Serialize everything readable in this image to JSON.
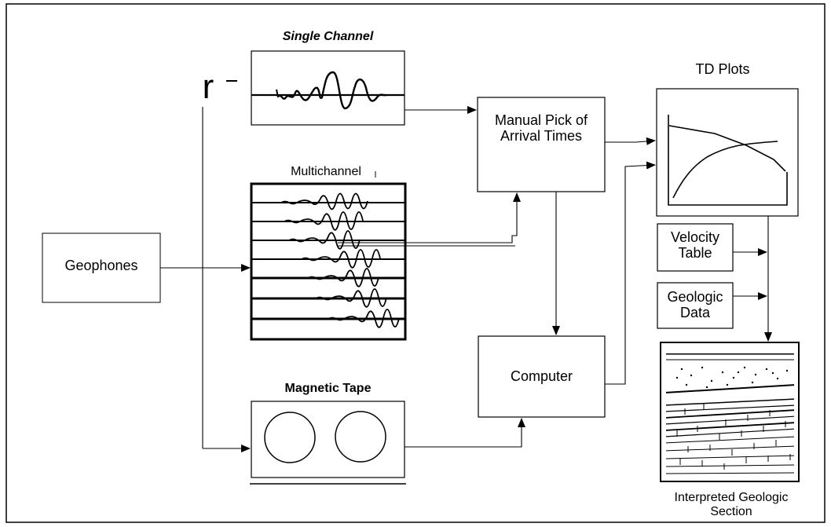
{
  "labels": {
    "geophones": "Geophones",
    "single_channel": "Single Channel",
    "multichannel": "Multichannel",
    "magnetic_tape": "Magnetic Tape",
    "manual_pick": "Manual Pick of Arrival Times",
    "computer": "Computer",
    "td_plots": "TD Plots",
    "velocity_table": "Velocity Table",
    "geologic_data": "Geologic Data",
    "interpreted_section": "Interpreted Geologic Section",
    "stray_mark": "r"
  },
  "colors": {
    "line": "#000000",
    "background": "#ffffff"
  }
}
